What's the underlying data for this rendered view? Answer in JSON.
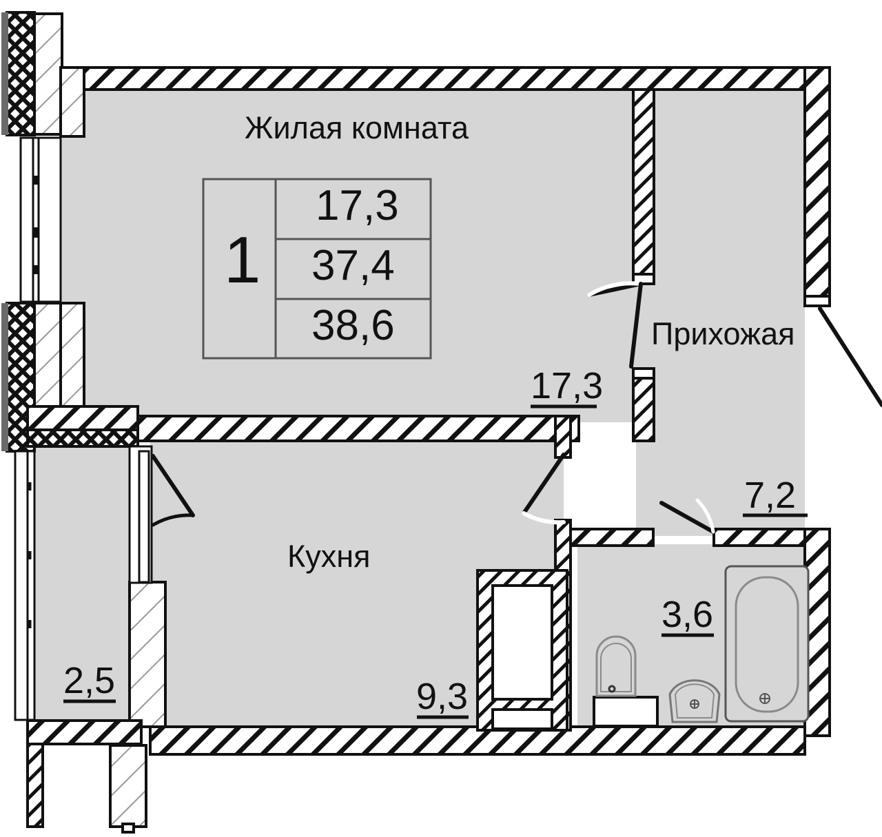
{
  "plan": {
    "type": "apartment-floor-plan",
    "language": "ru",
    "rooms": [
      {
        "key": "living_room",
        "name": "Жилая комната",
        "area": "17,3"
      },
      {
        "key": "hallway",
        "name": "Прихожая",
        "area": "7,2"
      },
      {
        "key": "kitchen",
        "name": "Кухня",
        "area": "9,3"
      },
      {
        "key": "bathroom",
        "name": "",
        "area": "3,6"
      },
      {
        "key": "balcony",
        "name": "",
        "area": "2,5"
      }
    ],
    "summary_table": {
      "rooms_count": "1",
      "rows": [
        {
          "label": "living_area",
          "value": "17,3"
        },
        {
          "label": "total_area",
          "value": "37,4"
        },
        {
          "label": "total_with_balcony",
          "value": "38,6"
        }
      ]
    },
    "labels": {
      "living_room_name": "Жилая комната",
      "living_room_area": "17,3",
      "hallway_name": "Прихожая",
      "hallway_area": "7,2",
      "kitchen_name": "Кухня",
      "kitchen_area": "9,3",
      "bathroom_area": "3,6",
      "balcony_area": "2,5",
      "count_1": "1",
      "t_17_3": "17,3",
      "t_37_4": "37,4",
      "t_38_6": "38,6"
    },
    "colors": {
      "room_fill": "#d6d6d6",
      "wall_stroke": "#111111",
      "wall_fill": "#ffffff",
      "page_background": "#ffffff",
      "insulation_stroke": "#111111",
      "fixture_stroke": "#8a8a8a",
      "text": "#111111"
    }
  }
}
